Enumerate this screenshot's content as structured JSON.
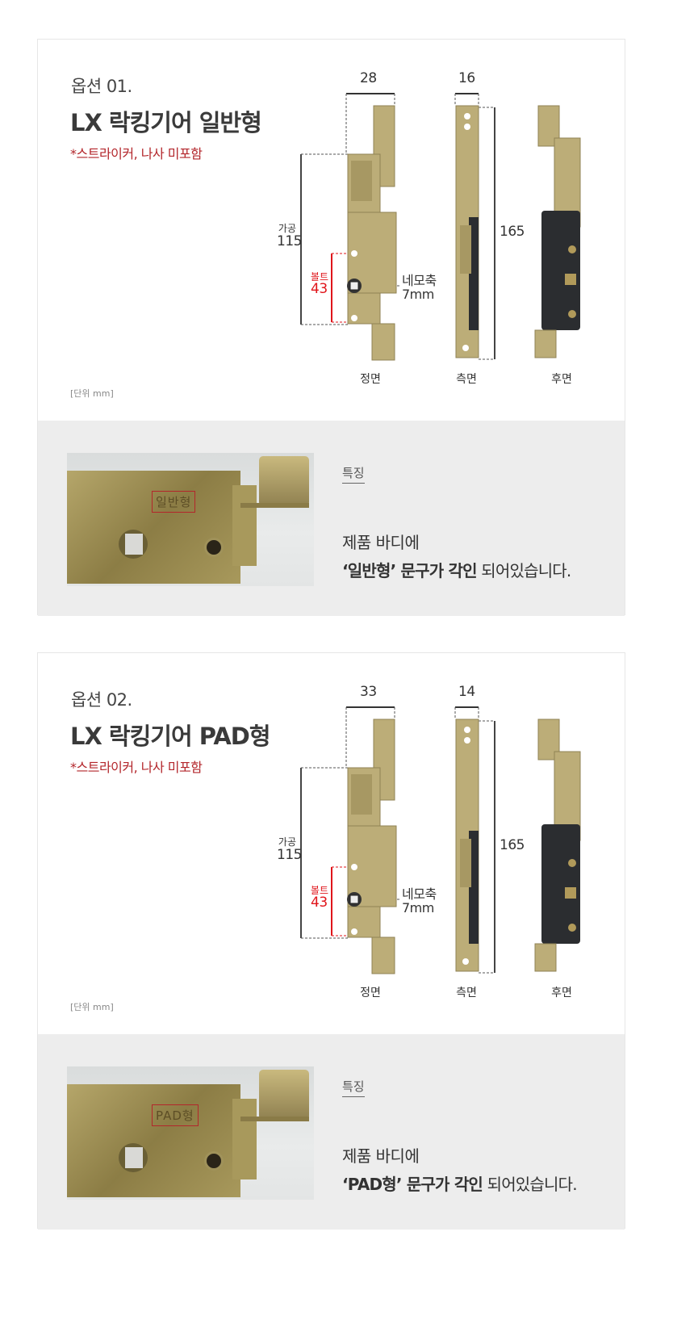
{
  "options": [
    {
      "option_label": "옵션 01.",
      "title": "LX 락킹기어 일반형",
      "note": "*스트라이커, 나사 미포함",
      "unit": "[단위 mm]",
      "dims": {
        "front_width": "28",
        "side_width": "16",
        "length": "165",
        "machining_label": "가공",
        "machining": "115",
        "bolt_label": "볼트",
        "bolt": "43",
        "spindle_label": "네모축",
        "spindle": "7mm"
      },
      "views": [
        "정면",
        "측면",
        "후면"
      ],
      "feature": {
        "heading": "특징",
        "line1": "제품 바디에",
        "line2_bold": "‘일반형’ 문구가 각인",
        "line2_rest": " 되어있습니다.",
        "engraving": "일반형"
      }
    },
    {
      "option_label": "옵션 02.",
      "title": "LX 락킹기어 PAD형",
      "note": "*스트라이커, 나사 미포함",
      "unit": "[단위 mm]",
      "dims": {
        "front_width": "33",
        "side_width": "14",
        "length": "165",
        "machining_label": "가공",
        "machining": "115",
        "bolt_label": "볼트",
        "bolt": "43",
        "spindle_label": "네모축",
        "spindle": "7mm"
      },
      "views": [
        "정면",
        "측면",
        "후면"
      ],
      "feature": {
        "heading": "특징",
        "line1": "제품 바디에",
        "line2_bold": "‘PAD형’ 문구가 각인",
        "line2_rest": " 되어있습니다.",
        "engraving": "PAD형"
      }
    }
  ],
  "colors": {
    "accent_red": "#e0151b",
    "note_red": "#b3262b",
    "feature_bg": "#ededed",
    "metal": "#b8a872",
    "plastic": "#2b2d30"
  }
}
